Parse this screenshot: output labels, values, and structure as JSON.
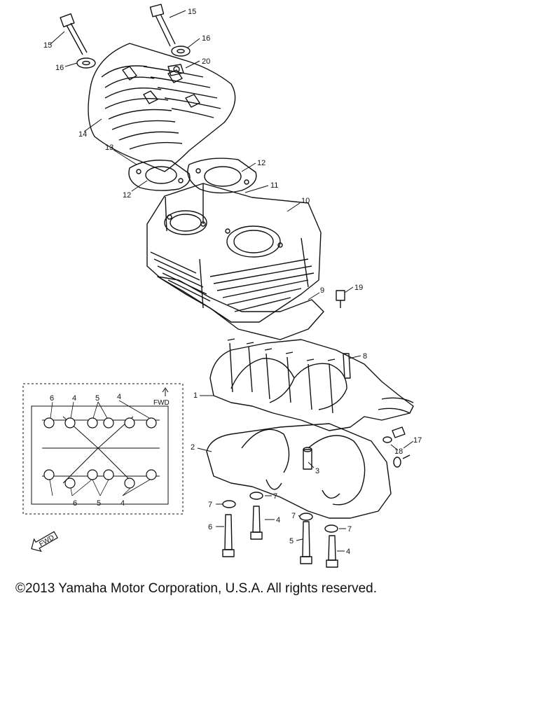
{
  "callouts": {
    "c1": "1",
    "c2": "2",
    "c3": "3",
    "c4": "4",
    "c4b": "4",
    "c5": "5",
    "c6": "6",
    "c7a": "7",
    "c7b": "7",
    "c7c": "7",
    "c7d": "7",
    "c8": "8",
    "c9": "9",
    "c10": "10",
    "c11": "11",
    "c12a": "12",
    "c12b": "12",
    "c13": "13",
    "c14": "14",
    "c15a": "15",
    "c15b": "15",
    "c16a": "16",
    "c16b": "16",
    "c17": "17",
    "c18": "18",
    "c19": "19",
    "c20": "20"
  },
  "inset": {
    "top_labels": [
      "6",
      "4",
      "5",
      "4"
    ],
    "bottom_labels": [
      "6",
      "5",
      "4"
    ],
    "fwd": "FWD"
  },
  "fwd_badge": "FWD",
  "copyright": "©2013 Yamaha Motor Corporation, U.S.A. All rights reserved."
}
